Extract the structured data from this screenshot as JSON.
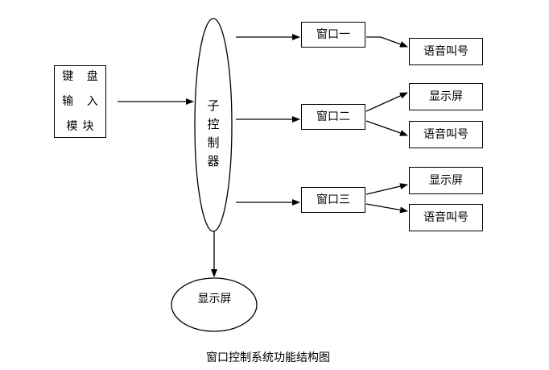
{
  "keyboard_module": {
    "lines": [
      "键 盘",
      "输 入",
      "模块"
    ]
  },
  "controller": {
    "chars": [
      "子",
      "控",
      "制",
      "器"
    ]
  },
  "windows": [
    {
      "label": "窗口一"
    },
    {
      "label": "窗口二"
    },
    {
      "label": "窗口三"
    }
  ],
  "outputs": {
    "voice_call_1": "语音叫号",
    "display_2": "显示屏",
    "voice_call_2": "语音叫号",
    "display_3": "显示屏",
    "voice_call_3": "语音叫号"
  },
  "main_display": {
    "label": "显示屏"
  },
  "caption": "窗口控制系统功能结构图",
  "colors": {
    "stroke": "#000000",
    "background": "#ffffff"
  }
}
